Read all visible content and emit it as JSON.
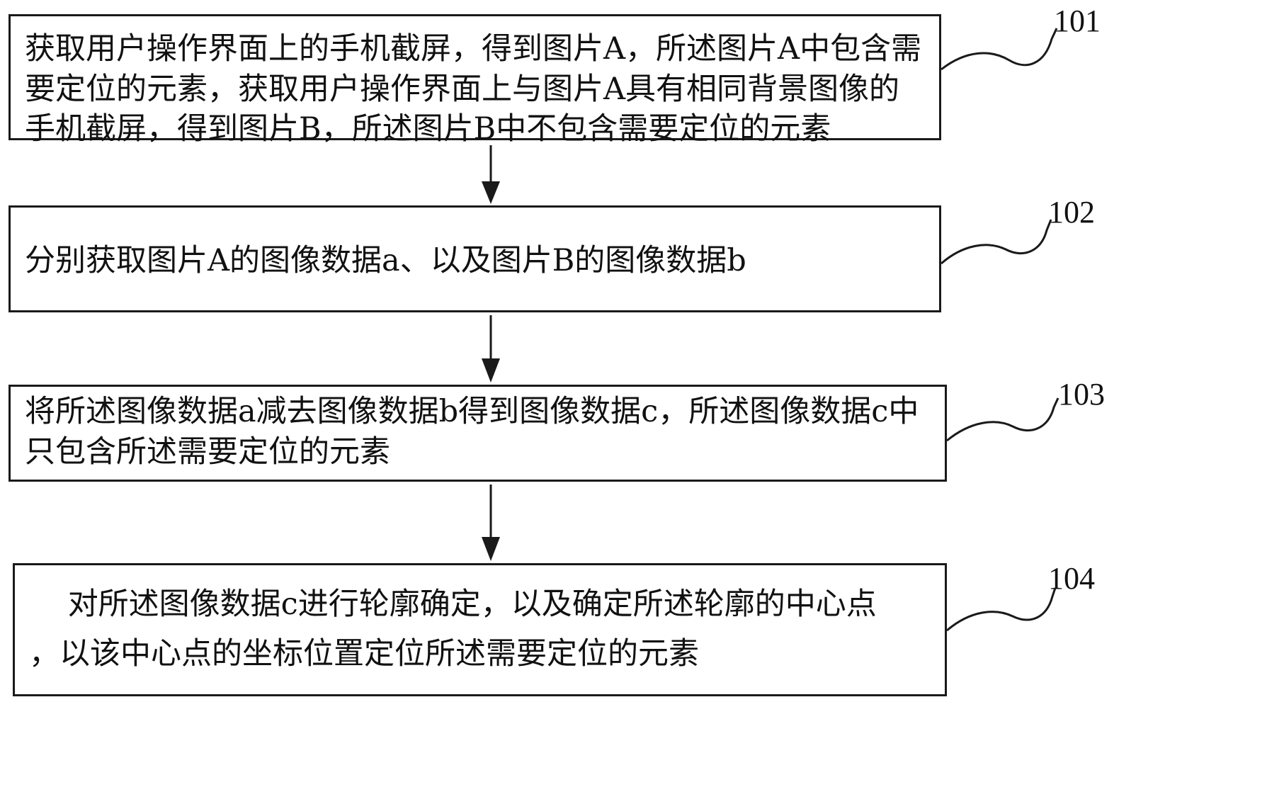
{
  "steps": [
    {
      "number": "101",
      "lines": [
        "获取用户操作界面上的手机截屏，得到图片A，所述图片A中包含需",
        "要定位的元素，获取用户操作界面上与图片A具有相同背景图像的",
        "手机截屏，得到图片B，所述图片B中不包含需要定位的元素"
      ]
    },
    {
      "number": "102",
      "lines": [
        "分别获取图片A的图像数据a、以及图片B的图像数据b"
      ]
    },
    {
      "number": "103",
      "lines": [
        "将所述图像数据a减去图像数据b得到图像数据c，所述图像数据c中",
        "只包含所述需要定位的元素"
      ]
    },
    {
      "number": "104",
      "lines": [
        "    对所述图像数据c进行轮廓确定，以及确定所述轮廓的中心点",
        "，以该中心点的坐标位置定位所述需要定位的元素"
      ]
    }
  ]
}
